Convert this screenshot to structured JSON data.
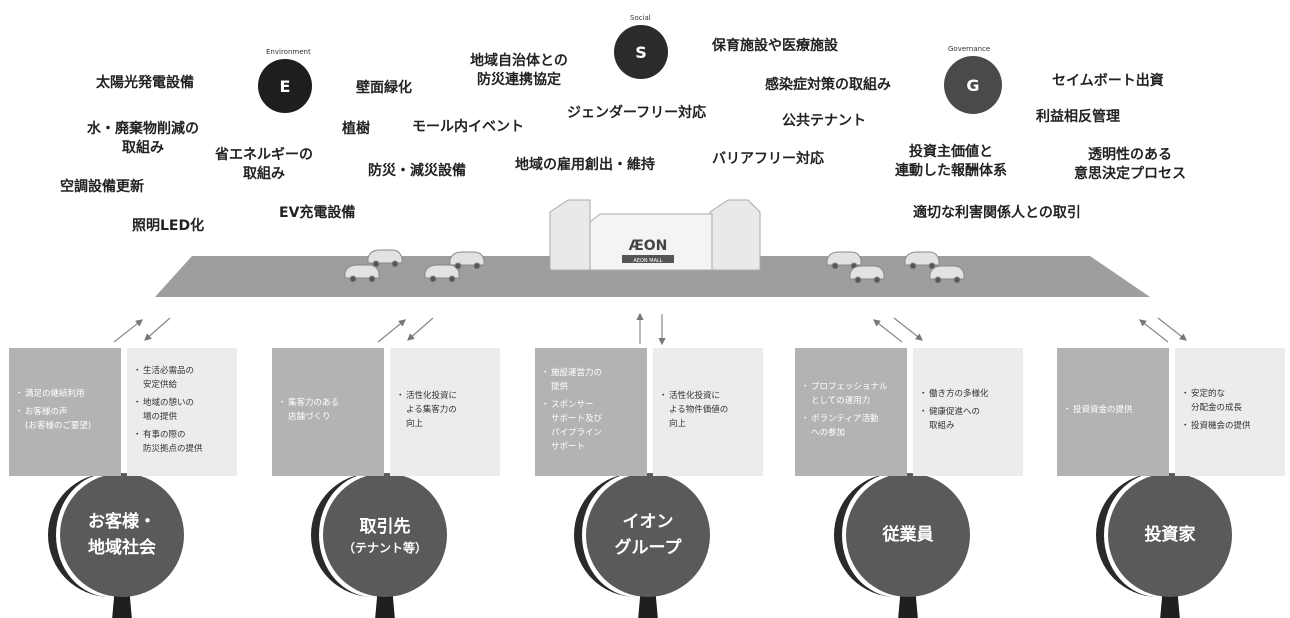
{
  "badges": {
    "environment": {
      "letter": "E",
      "caption": "Environment"
    },
    "social": {
      "letter": "S",
      "caption": "Social"
    },
    "governance": {
      "letter": "G",
      "caption": "Governance"
    }
  },
  "environment_items": [
    "太陽光発電設備",
    "水・廃棄物削減の",
    "取組み",
    "空調設備更新",
    "照明LED化",
    "省エネルギーの",
    "取組み",
    "EV充電設備",
    "壁面緑化",
    "植樹",
    "防災・減災設備"
  ],
  "social_items": [
    "地域自治体との",
    "防災連携協定",
    "モール内イベント",
    "保育施設や医療施設",
    "ジェンダーフリー対応",
    "地域の雇用創出・維持",
    "バリアフリー対応",
    "感染症対策の取組み",
    "公共テナント"
  ],
  "governance_items": [
    "セイムボート出資",
    "利益相反管理",
    "投資主価値と",
    "連動した報酬体系",
    "透明性のある",
    "意思決定プロセス",
    "適切な利害関係人との取引"
  ],
  "mall": {
    "logo": "ÆON",
    "sign": "AEON MALL"
  },
  "stakeholders": [
    {
      "name_line1": "お客様・",
      "name_line2": "地域社会",
      "sub": "",
      "gives": [
        "満足の継続利用",
        "お客様の声|(お客様のご要望)"
      ],
      "receives": [
        "生活必需品の|安定供給",
        "地域の憩いの|場の提供",
        "有事の際の|防災拠点の提供"
      ]
    },
    {
      "name_line1": "取引先",
      "name_line2": "",
      "sub": "（テナント等）",
      "gives": [
        "集客力のある|店舗づくり"
      ],
      "receives": [
        "活性化投資に|よる集客力の|向上"
      ]
    },
    {
      "name_line1": "イオン",
      "name_line2": "グループ",
      "sub": "",
      "gives": [
        "施設運営力の|提供",
        "スポンサー|サポート及び|パイプライン|サポート"
      ],
      "receives": [
        "活性化投資に|よる物件価値の|向上"
      ]
    },
    {
      "name_line1": "従業員",
      "name_line2": "",
      "sub": "",
      "gives": [
        "プロフェッショナル|としての運用力",
        "ボランティア活動|への参加"
      ],
      "receives": [
        "働き方の多様化",
        "健康促進への|取組み"
      ]
    },
    {
      "name_line1": "投資家",
      "name_line2": "",
      "sub": "",
      "gives": [
        "投資資金の提供"
      ],
      "receives": [
        "安定的な|分配金の成長",
        "投資機会の提供"
      ]
    }
  ],
  "colors": {
    "badge": "#2b2b2b",
    "tree_dark": "#2a2a2a",
    "tree_mid": "#5a5a5a",
    "road": "#9e9e9e",
    "box_dark": "#b3b3b3",
    "box_light": "#ececec"
  }
}
